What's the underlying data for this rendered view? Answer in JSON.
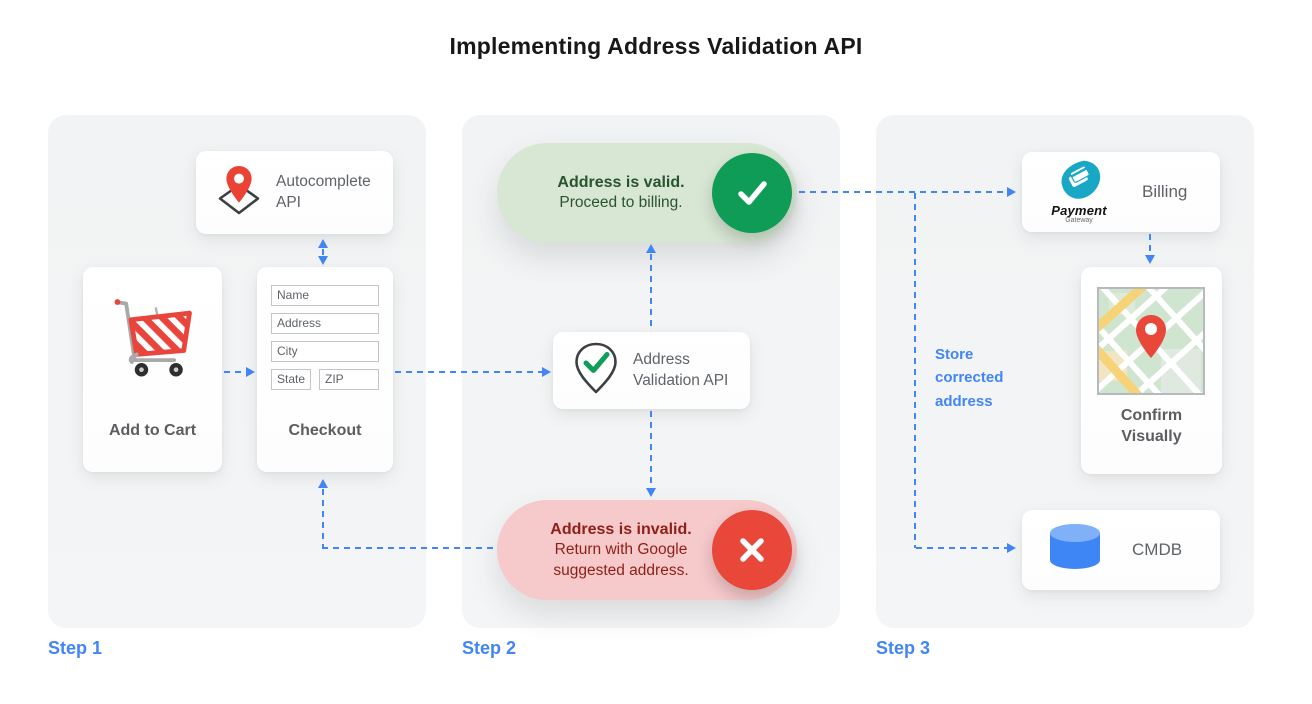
{
  "title": "Implementing Address Validation API",
  "colors": {
    "accent_blue": "#4285f4",
    "success_green": "#0e9c57",
    "error_red": "#e8473a",
    "valid_pill_bg": "#d8e6d4",
    "invalid_pill_bg": "#f6c9cb",
    "panel_bg": "#f1f3f4",
    "label_gray": "#5f6368"
  },
  "icons": {
    "autocomplete": "map-pin-diamond-icon",
    "cart": "shopping-cart-icon",
    "validation": "pin-check-icon",
    "valid": "check-circle-icon",
    "invalid": "x-circle-icon",
    "billing": "payment-gateway-logo",
    "confirm": "map-thumbnail",
    "cmdb": "database-cylinder-icon"
  },
  "step1": {
    "label": "Step 1",
    "autocomplete_api": "Autocomplete API",
    "add_to_cart": "Add to Cart",
    "checkout": "Checkout",
    "fields": [
      "Name",
      "Address",
      "City",
      "State",
      "ZIP"
    ]
  },
  "step2": {
    "label": "Step 2",
    "validation_api": "Address Validation API",
    "valid": {
      "bold": "Address is valid.",
      "text": "Proceed to billing."
    },
    "invalid": {
      "bold": "Address is invalid.",
      "text": "Return with Google suggested address."
    }
  },
  "step3": {
    "label": "Step 3",
    "billing": "Billing",
    "payment_logo": {
      "name": "Payment",
      "sub": "Gateway"
    },
    "confirm_visually": "Confirm Visually",
    "cmdb": "CMDB",
    "store_note": "Store corrected address"
  }
}
